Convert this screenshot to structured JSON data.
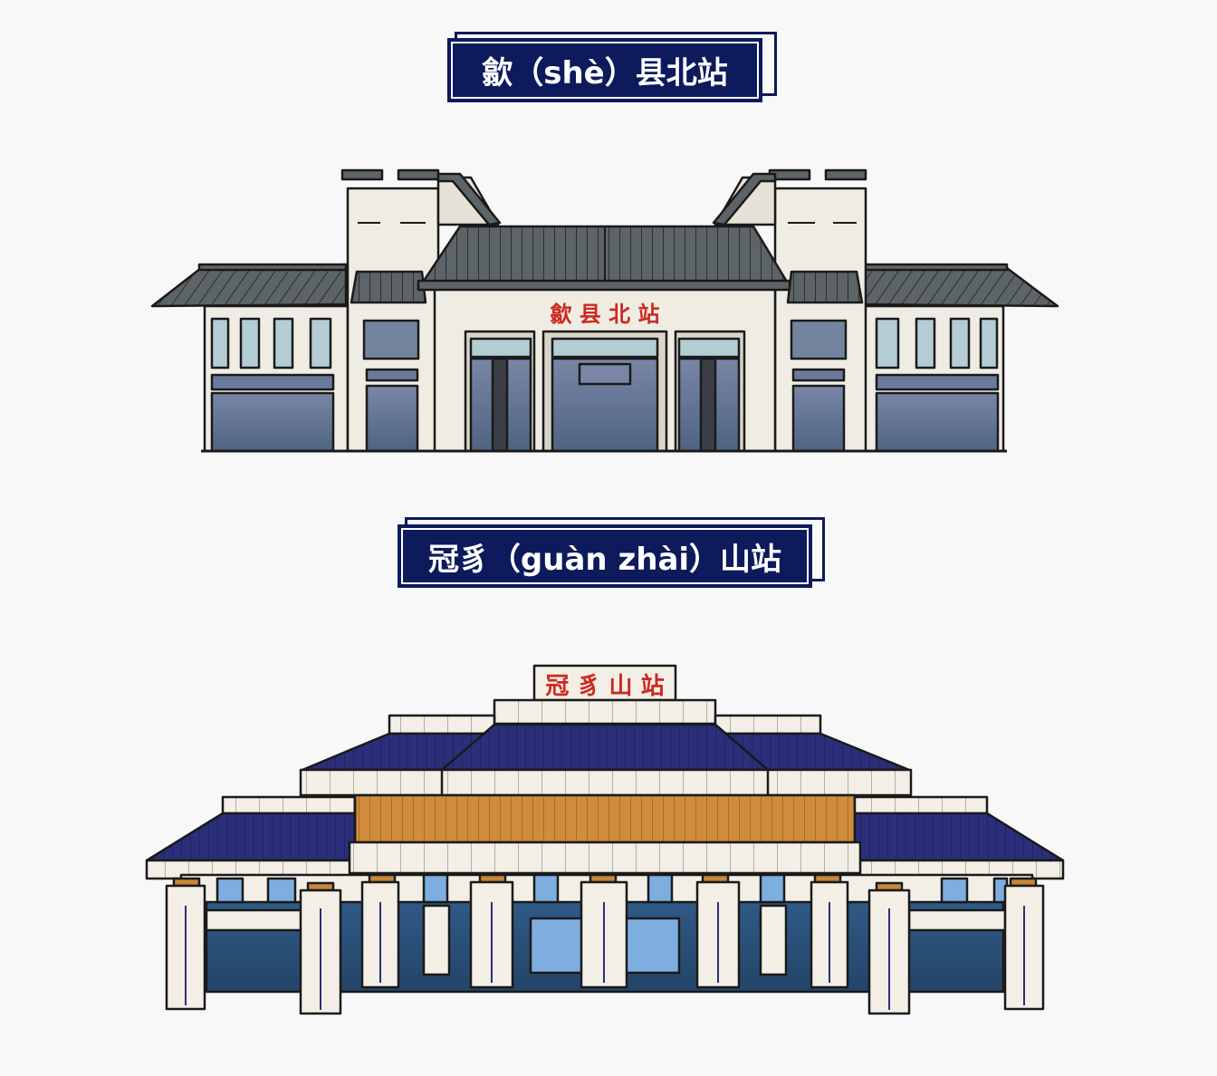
{
  "stations": [
    {
      "title": "歙（shè）县北站",
      "sign": "歙 县 北 站",
      "style": "hui-style building with grey tiled roofs and white walls",
      "colors": {
        "roof": "#5a6064",
        "wall": "#efece4",
        "window_light": "#b4ccd4",
        "window_dark": "#6a7c98",
        "sign_text": "#cc2a22"
      }
    },
    {
      "title": "冠豸（guàn zhài）山站",
      "sign": "冠 豸 山 站",
      "style": "modern station with navy blue roofs, ochre band and white pillars",
      "colors": {
        "roof": "#2b2f7a",
        "band": "#d08c3c",
        "wall": "#f3efe6",
        "glass_dark": "#2f5a86",
        "glass_light": "#7eaee0",
        "sign_text": "#cc2a22"
      }
    }
  ],
  "theme": {
    "title_bg": "#0d1a5c",
    "title_text": "#ffffff",
    "page_bg": "#f8f8f8"
  }
}
